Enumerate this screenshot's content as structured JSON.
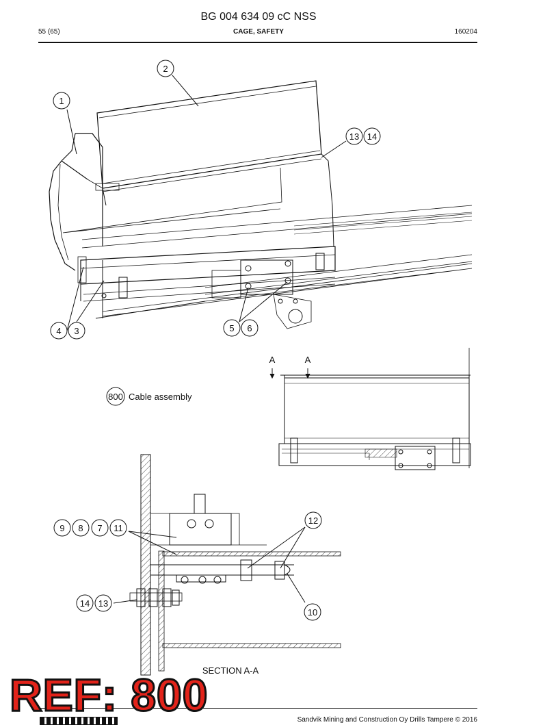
{
  "header": {
    "doc_title": "BG 004 634 09 cC NSS",
    "page_number": "55 (65)",
    "section_title": "CAGE, SAFETY",
    "date_code": "160204"
  },
  "callouts": {
    "c1": "1",
    "c2": "2",
    "c3": "3",
    "c4": "4",
    "c5": "5",
    "c6": "6",
    "c7": "7",
    "c8": "8",
    "c9": "9",
    "c10": "10",
    "c11": "11",
    "c12": "12",
    "c13": "13",
    "c14": "14",
    "c800": "800"
  },
  "labels": {
    "cable_assembly": "Cable assembly",
    "section_marker": "A",
    "section_caption": "SECTION A-A"
  },
  "footer": {
    "ref_badge": "REF: 800",
    "copyright": "Sandvik Mining and Construction Oy Drills Tampere © 2016"
  },
  "colors": {
    "ref_fill": "#e2231a",
    "line": "#111111"
  }
}
